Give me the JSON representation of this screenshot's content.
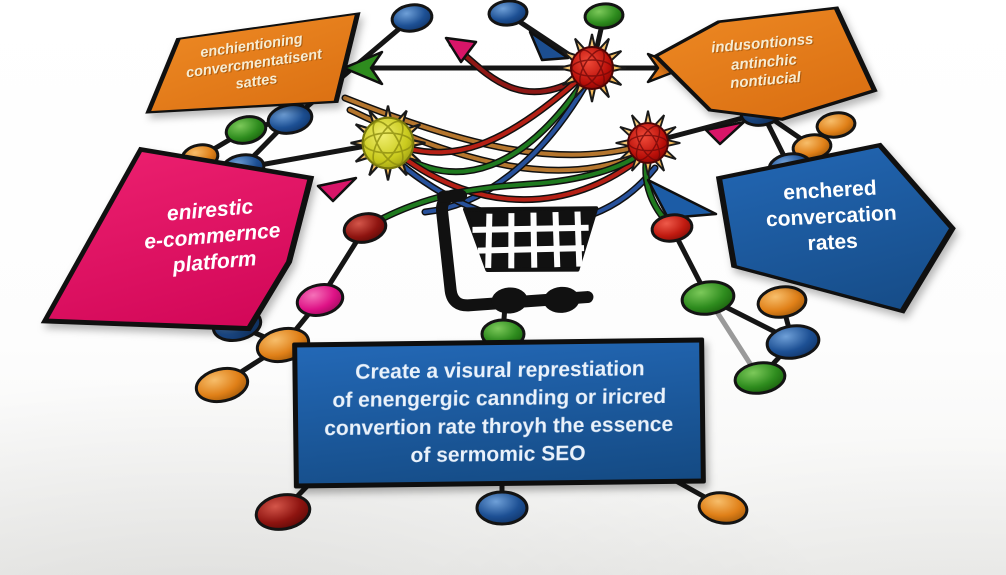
{
  "banners": {
    "top_left": {
      "lines": [
        "enchientioning",
        "convercmentatisent",
        "sattes"
      ],
      "color": "#E0761A",
      "text_color": "#F7ECD2",
      "shape": "skewed-flag"
    },
    "top_right": {
      "lines": [
        "indusontionss",
        "antinchic",
        "nontiucial"
      ],
      "color": "#E0761A",
      "text_color": "#F7ECD2",
      "shape": "skewed-flag"
    },
    "left": {
      "lines": [
        "enirestic",
        "e-commernce",
        "platform"
      ],
      "color": "#DE1264",
      "text_color": "#FFFFFF",
      "shape": "arrow-down-left"
    },
    "right": {
      "lines": [
        "enchered",
        "convercation",
        "rates"
      ],
      "color": "#1C5CA6",
      "text_color": "#FFFFFF",
      "shape": "arrow-down-right"
    },
    "bottom": {
      "lines": [
        "Create a visural represtiation",
        "of enengergic cannding or iricred",
        "convertion rate throyh the essence",
        "of sermomic SEO"
      ],
      "color": "#1C5CA6",
      "text_color": "#EAF2FB",
      "shape": "rectangle"
    }
  },
  "center_icon": "shopping-cart",
  "network": {
    "hub_nodes": [
      "red-wireframe-burst",
      "red-wireframe-burst",
      "yellow-wireframe-burst"
    ],
    "node_colors": [
      "blue",
      "green",
      "orange",
      "dark-red",
      "red",
      "magenta"
    ],
    "wire_colors": [
      "#7A1512",
      "#B52015",
      "#1F7A1F",
      "#27519B",
      "#B5762E"
    ],
    "arrow_colors": [
      "green",
      "orange",
      "magenta",
      "blue"
    ]
  },
  "palette": {
    "orange_banner": "#E0761A",
    "pink_banner": "#DE1264",
    "blue_banner": "#1C5CA6",
    "node_blue": "#1D5094",
    "node_green": "#2E8C1E",
    "node_orange": "#E08018",
    "node_dark_red": "#8E1410",
    "node_magenta": "#DE1286",
    "burst": "#F3B95A",
    "cart": "#111111",
    "background": "#FFFFFF"
  }
}
